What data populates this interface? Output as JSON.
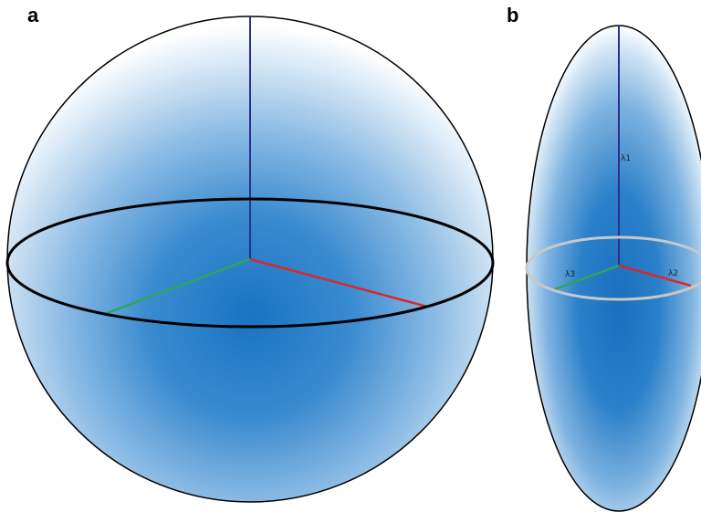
{
  "panels": {
    "a": {
      "label": "a",
      "shape": "sphere",
      "equator_color": "#000000",
      "axis_colors": {
        "vertical": "#2b2f8c",
        "right": "#d62b2b",
        "left": "#2ea55a"
      }
    },
    "b": {
      "label": "b",
      "shape": "prolate ellipsoid",
      "equator_color": "#c8c8c8",
      "axis_colors": {
        "vertical": "#2b2f8c",
        "right": "#d62b2b",
        "left": "#2ea55a"
      },
      "axis_labels": {
        "vertical": "λ1",
        "right": "λ2",
        "left": "λ3"
      }
    }
  },
  "colors": {
    "fill_center": "#1a73c1",
    "fill_edge": "#ffffff",
    "outline": "#000000"
  }
}
